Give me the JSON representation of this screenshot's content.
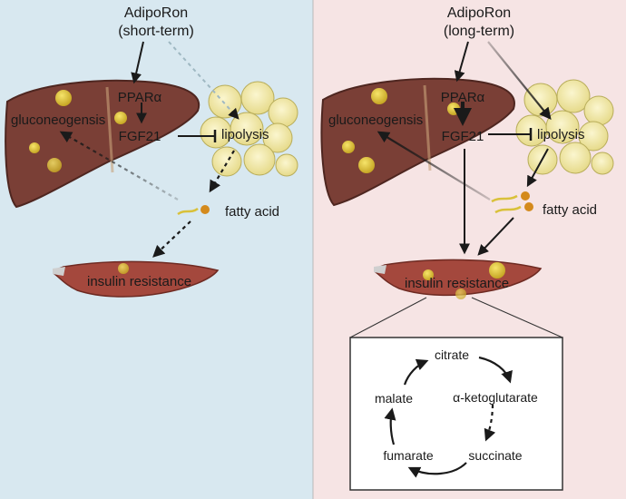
{
  "panels": {
    "left": {
      "bg_color": "#d8e8f0",
      "drug_line1": "AdipoRon",
      "drug_line2": "(short-term)",
      "receptor": "PPARα",
      "hormone": "FGF21",
      "liver_process": "gluconeogensis",
      "fat_process": "lipolysis",
      "metabolite": "fatty acid",
      "muscle_outcome": "insulin resistance"
    },
    "right": {
      "bg_color": "#f6e4e4",
      "drug_line1": "AdipoRon",
      "drug_line2": "(long-term)",
      "receptor": "PPARα",
      "hormone": "FGF21",
      "liver_process": "gluconeogensis",
      "fat_process": "lipolysis",
      "metabolite": "fatty acid",
      "muscle_outcome": "insulin resistance"
    }
  },
  "tca_cycle": {
    "citrate": "citrate",
    "akg": "α-ketoglutarate",
    "succinate": "succinate",
    "fumarate": "fumarate",
    "malate": "malate"
  },
  "colors": {
    "liver": "#7a3f36",
    "liver_dark": "#4e2620",
    "fat": "#f3ebaa",
    "fat_stroke": "#b8ad5a",
    "droplet": "#d9c13a",
    "muscle": "#a4483d",
    "arrow": "#1a1a1a"
  }
}
